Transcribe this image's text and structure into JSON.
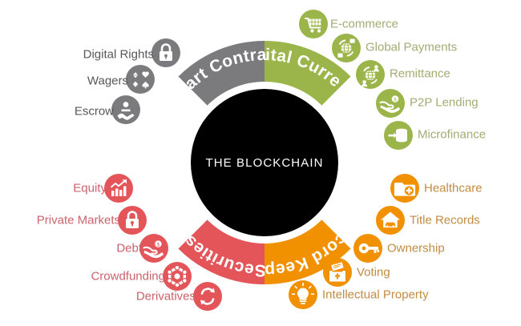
{
  "diagram": {
    "center_label": "THE BLOCKCHAIN",
    "colors": {
      "green": "#9cb54a",
      "orange": "#f29100",
      "red": "#e4555a",
      "gray": "#7b7b7e",
      "center": "#000000",
      "background": "#ffffff",
      "text_green": "#a4ab73",
      "text_orange": "#c28c42",
      "text_red": "#cc626b",
      "text_gray": "#58585a"
    },
    "quadrants": [
      {
        "key": "smart_contracts",
        "label": "Smart Contracts",
        "color": "#7b7b7e",
        "text_color": "#58585a",
        "items": [
          {
            "label": "Digital Rights",
            "icon": "padlock-icon"
          },
          {
            "label": "Wagers",
            "icon": "card-suits-icon"
          },
          {
            "label": "Escrow",
            "icon": "handshake-icon"
          }
        ]
      },
      {
        "key": "digital_currency",
        "label": "Digital Currency",
        "color": "#9cb54a",
        "text_color": "#a4ab73",
        "items": [
          {
            "label": "E-commerce",
            "icon": "shopping-cart-icon"
          },
          {
            "label": "Global Payments",
            "icon": "globe-transfer-icon"
          },
          {
            "label": "Remittance",
            "icon": "globe-people-icon"
          },
          {
            "label": "P2P Lending",
            "icon": "hand-coin-icon"
          },
          {
            "label": "Microfinance",
            "icon": "coin-stack-icon"
          }
        ]
      },
      {
        "key": "record_keeping",
        "label": "Record Keeping",
        "color": "#f29100",
        "text_color": "#c28c42",
        "items": [
          {
            "label": "Healthcare",
            "icon": "medical-folder-icon"
          },
          {
            "label": "Title Records",
            "icon": "house-car-icon"
          },
          {
            "label": "Ownership",
            "icon": "key-icon"
          },
          {
            "label": "Voting",
            "icon": "ballot-box-icon"
          },
          {
            "label": "Intellectual Property",
            "icon": "lightbulb-icon"
          }
        ]
      },
      {
        "key": "securities",
        "label": "Securities",
        "color": "#e4555a",
        "text_color": "#cc626b",
        "items": [
          {
            "label": "Equity",
            "icon": "bar-chart-growth-icon"
          },
          {
            "label": "Private Markets",
            "icon": "padlock-icon"
          },
          {
            "label": "Debt",
            "icon": "hand-coin-icon"
          },
          {
            "label": "Crowdfunding",
            "icon": "people-circle-icon"
          },
          {
            "label": "Derivatives",
            "icon": "swap-arrows-icon"
          }
        ]
      }
    ]
  }
}
